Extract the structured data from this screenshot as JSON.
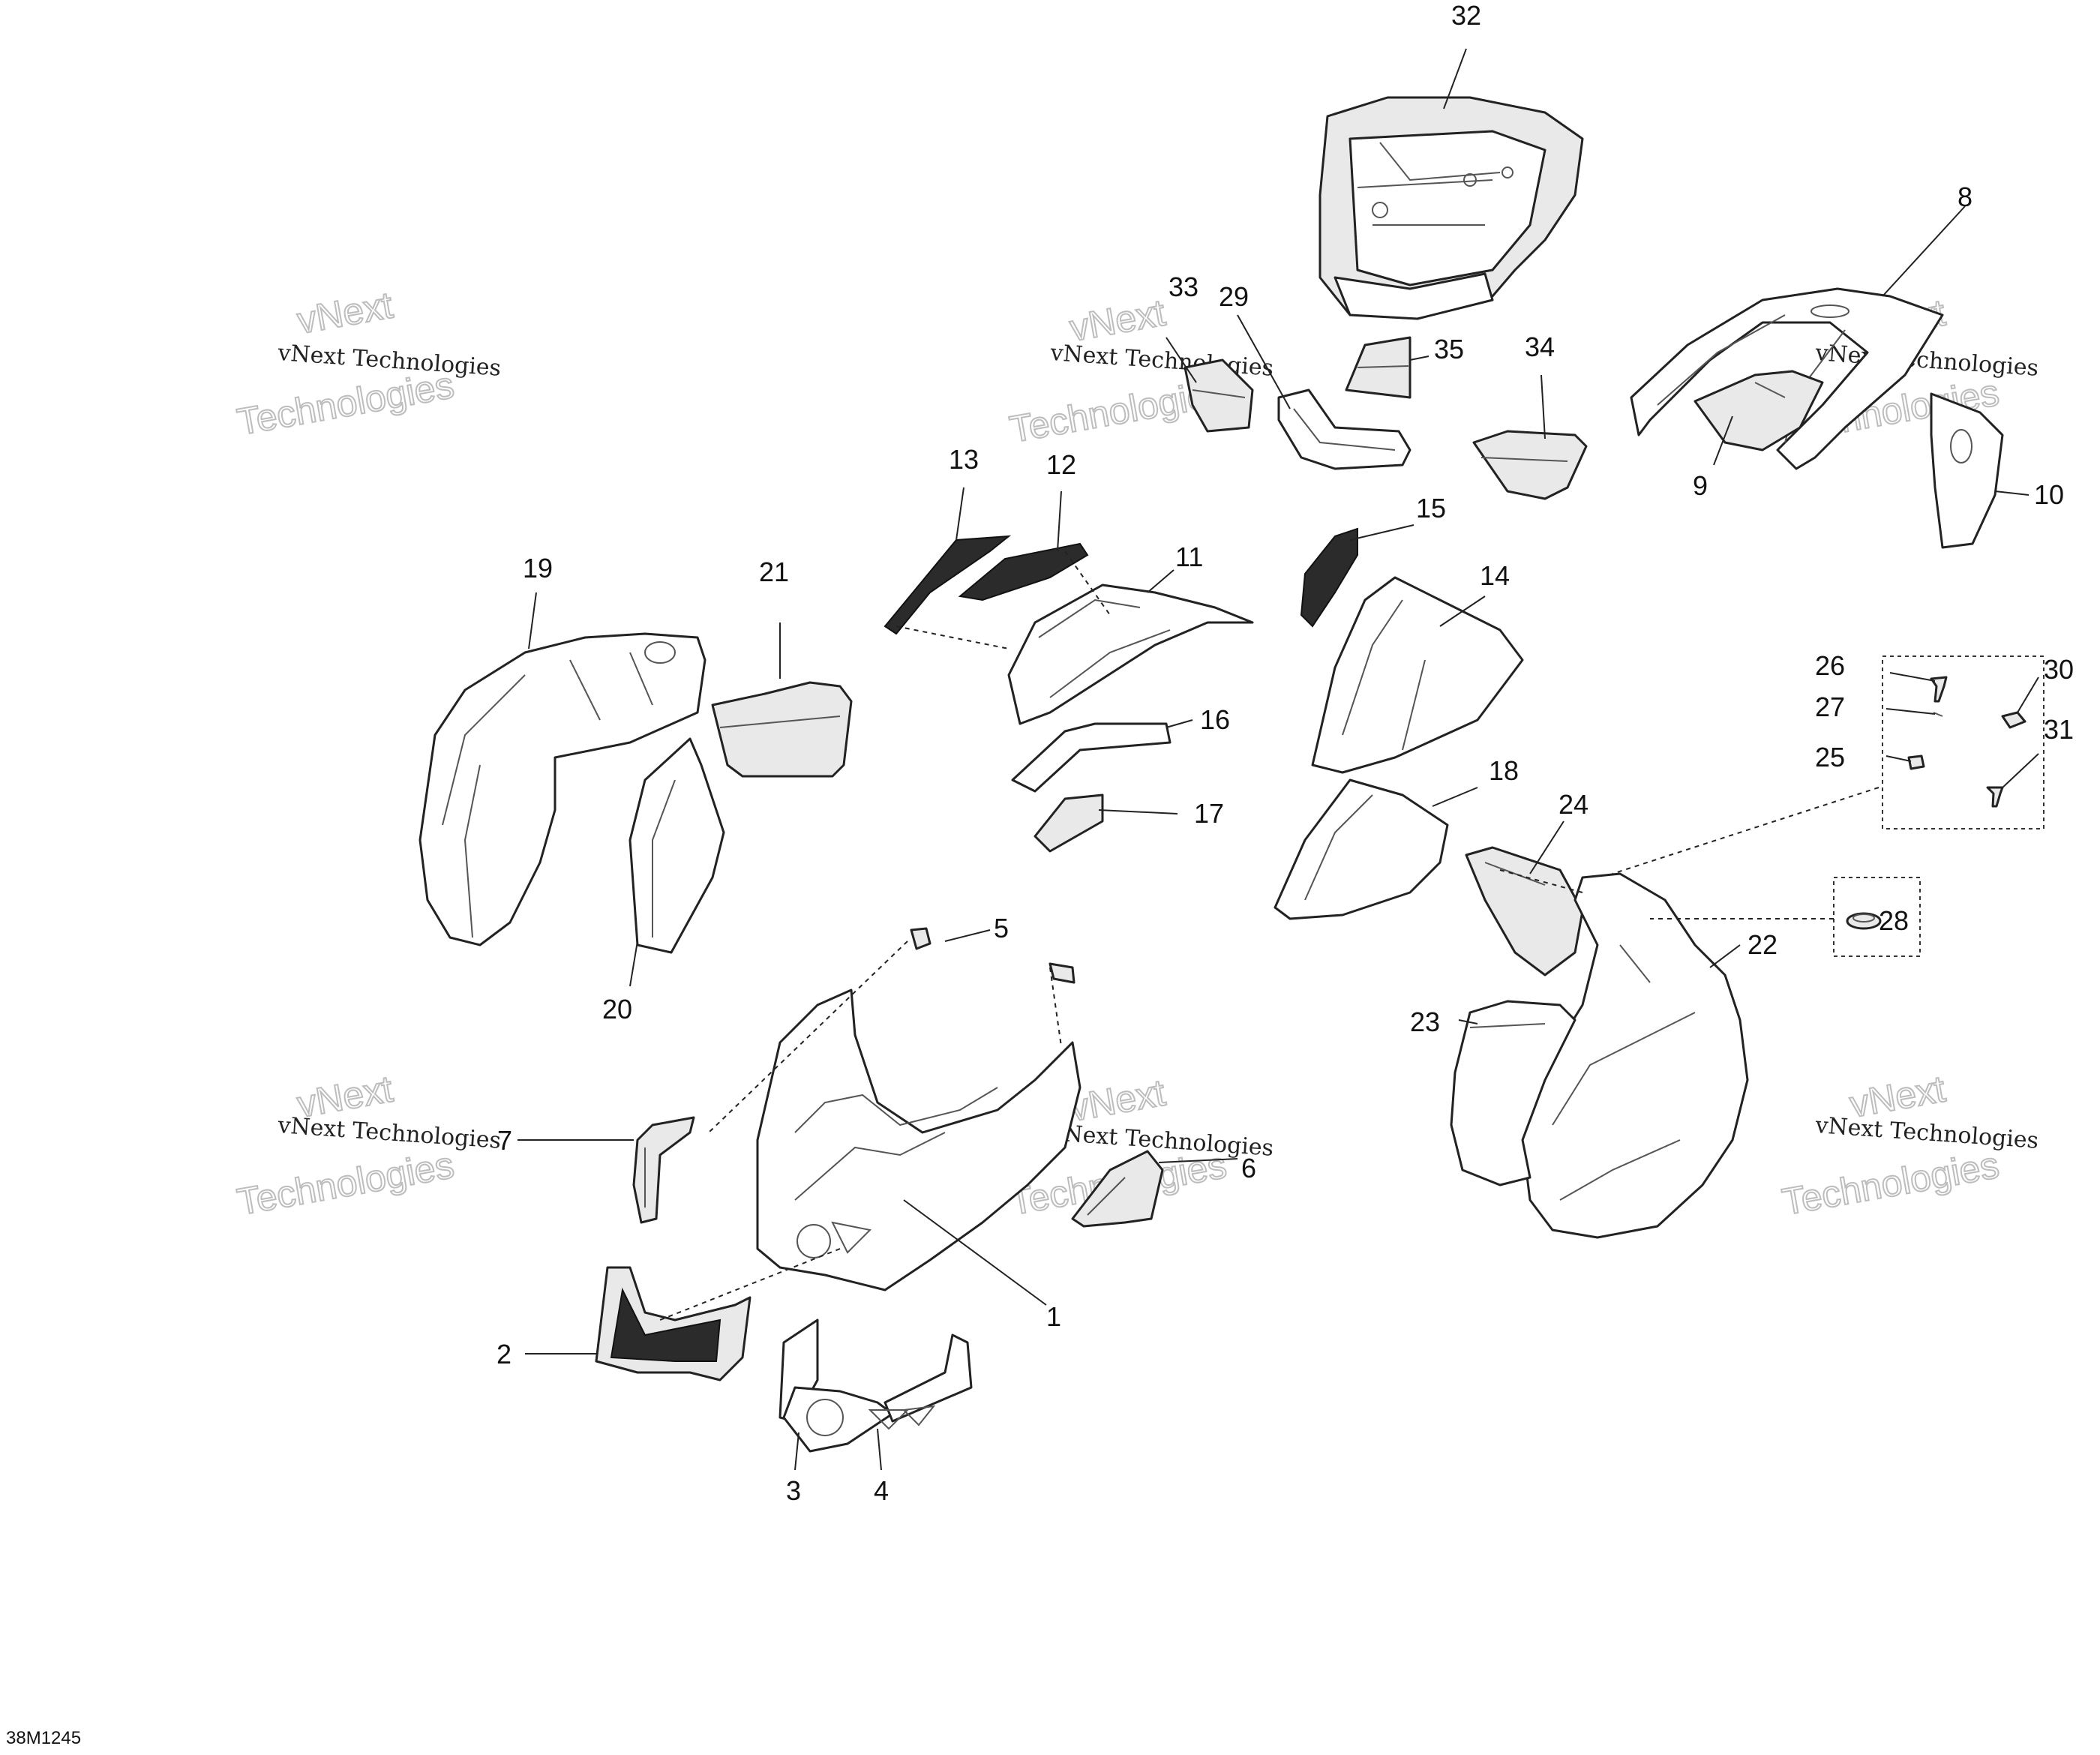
{
  "drawing_code": "38M1245",
  "watermark": {
    "line1": "vNext Technologies",
    "line2": "vNext",
    "line3": "Technologies"
  },
  "callouts": [
    "1",
    "2",
    "3",
    "4",
    "5",
    "6",
    "7",
    "8",
    "9",
    "10",
    "11",
    "12",
    "13",
    "14",
    "15",
    "16",
    "17",
    "18",
    "19",
    "20",
    "21",
    "22",
    "23",
    "24",
    "25",
    "26",
    "27",
    "28",
    "29",
    "30",
    "31",
    "32",
    "33",
    "34",
    "35"
  ]
}
